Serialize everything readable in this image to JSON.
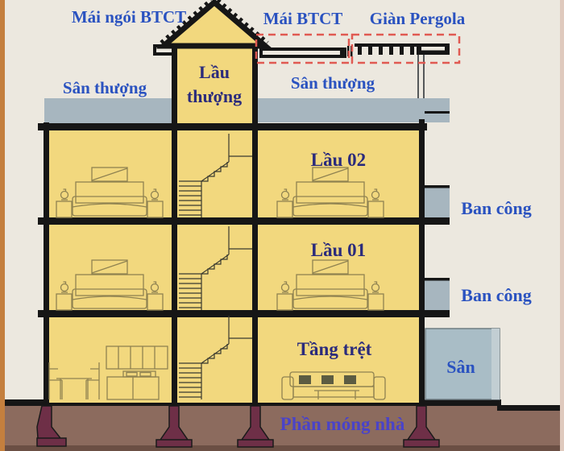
{
  "title": "House cross-section diagram (Vietnamese)",
  "labels": {
    "roof_tile": "Mái ngói BTCT",
    "roof_concrete": "Mái BTCT",
    "pergola": "Giàn Pergola",
    "terrace_left": "Sân thượng",
    "terrace_right": "Sân thượng",
    "penthouse": "Lầu thượng",
    "penthouse_line1": "Lầu",
    "penthouse_line2": "thượng",
    "floor2": "Lầu 02",
    "floor1": "Lầu 01",
    "ground_floor": "Tầng trệt",
    "balcony_upper": "Ban công",
    "balcony_lower": "Ban công",
    "yard": "Sân",
    "foundation": "Phần móng nhà"
  },
  "colors": {
    "bg_cream": "#ece8df",
    "accent_blue": "#2a52c0",
    "navy": "#2b2b7c",
    "indigo": "#4a43c8",
    "red_dashed": "#e05a52",
    "room_yellow": "#f2d87e",
    "slab_gray": "#a7b6bf",
    "yard_gray": "#a9bdc6",
    "ground_brown": "#8c6b5e",
    "footing_maroon": "#6e2f47",
    "structure_black": "#161616",
    "border_orange": "#c47f3e",
    "furniture_olive": "#8f8251"
  }
}
